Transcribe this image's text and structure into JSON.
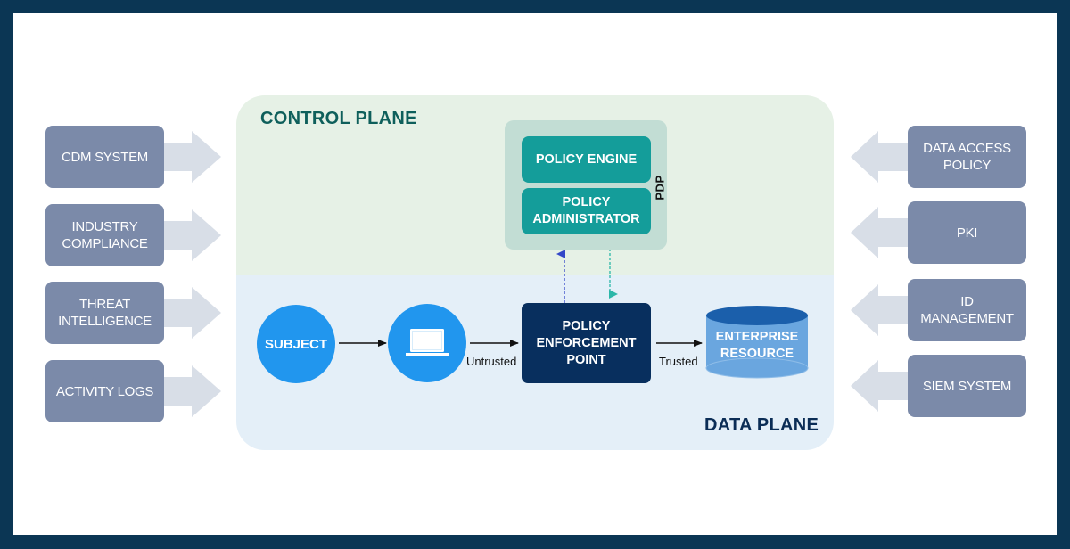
{
  "colors": {
    "frame": "#0b3654",
    "source_box": "#7b8aa9",
    "input_arrow": "#d8dee7",
    "control_plane_bg": "#e6f1e6",
    "data_plane_bg": "#e4eff8",
    "control_plane_title": "#0e5f5b",
    "data_plane_title": "#0b2d56",
    "pdp_bg": "#c2ddd4",
    "pdp_component": "#149d9a",
    "pep": "#082f5e",
    "subject_circle": "#2196ee",
    "resource_top": "#1b5fab",
    "resource_body": "#6aa6df",
    "request_arrow": "#3347c8",
    "decision_arrow": "#2cb7a9"
  },
  "left_inputs": [
    {
      "label": "CDM SYSTEM"
    },
    {
      "label": "INDUSTRY COMPLIANCE"
    },
    {
      "label": "THREAT INTELLIGENCE"
    },
    {
      "label": "ACTIVITY LOGS"
    }
  ],
  "right_inputs": [
    {
      "label": "DATA ACCESS POLICY"
    },
    {
      "label": "PKI"
    },
    {
      "label": "ID MANAGEMENT"
    },
    {
      "label": "SIEM SYSTEM"
    }
  ],
  "control_plane": {
    "title": "CONTROL PLANE",
    "pdp": {
      "label": "PDP",
      "policy_engine": "POLICY ENGINE",
      "policy_administrator": "POLICY ADMINISTRATOR"
    }
  },
  "data_plane": {
    "title": "DATA PLANE",
    "subject": "SUBJECT",
    "device_icon": "laptop-icon",
    "untrusted_label": "Untrusted",
    "pep": "POLICY ENFORCEMENT POINT",
    "trusted_label": "Trusted",
    "resource": "ENTERPRISE RESOURCE"
  }
}
